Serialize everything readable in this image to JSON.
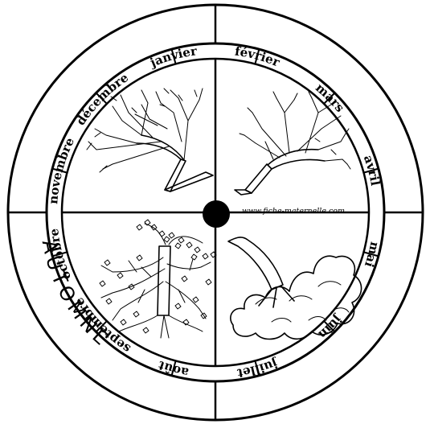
{
  "months": [
    "janvier",
    "février",
    "mars",
    "avril",
    "mai",
    "juin",
    "juillet",
    "août",
    "septembre",
    "octobre",
    "novembre",
    "décembre"
  ],
  "season_label": "AUTOMNE",
  "credit": "www.fiche-maternelle.com",
  "colors": {
    "ink": "#000000",
    "paper": "#ffffff"
  }
}
